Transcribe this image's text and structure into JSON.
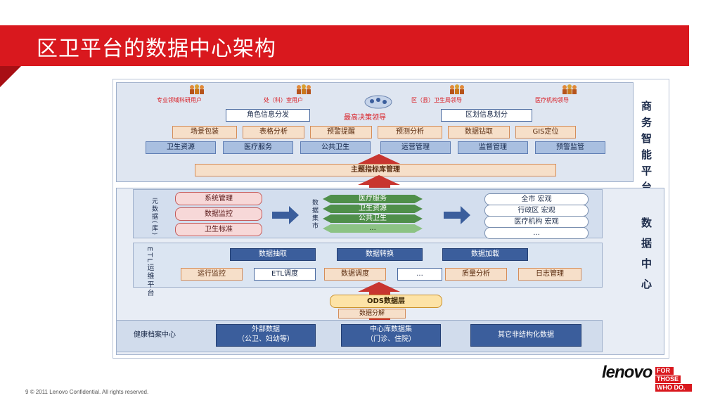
{
  "header": {
    "title": "区卫平台的数据中心架构"
  },
  "bi": {
    "users": [
      "专业领域科研用户",
      "处（科）室用户",
      "区（县）卫生局领导",
      "医疗机构领导"
    ],
    "top_row": [
      "角色信息分发",
      "最高决策领导",
      "区划信息划分"
    ],
    "analysis": [
      "场景包装",
      "表格分析",
      "预警提醒",
      "预测分析",
      "数据钻取",
      "GIS定位"
    ],
    "themes": [
      "卫生资源",
      "医疗服务",
      "公共卫生",
      "运营管理",
      "监督管理",
      "预警监管"
    ],
    "index": "主题指标库管理",
    "side_label": "商务智能平台"
  },
  "dc": {
    "meta_label": "元数据(库)",
    "meta": [
      "系统管理",
      "数据监控",
      "卫生标准"
    ],
    "mart_label": "数据集市",
    "mart": [
      "医疗服务",
      "卫生资源",
      "公共卫生",
      "..."
    ],
    "views": [
      "全市 宏观",
      "行政区 宏观",
      "医疗机构 宏观",
      "..."
    ],
    "etl_label": "ETL运维平台",
    "etl_top": [
      "数据抽取",
      "数据转换",
      "数据加载"
    ],
    "etl_bottom": [
      "运行监控",
      "ETL调度",
      "数据调度",
      "...",
      "质量分析",
      "日志管理"
    ],
    "ods": "ODS数据层",
    "split": "数据分解",
    "source_label": "健康档案中心",
    "sources": [
      "外部数据\n（公卫、妇幼等）",
      "中心库数据集\n（门诊、住院）",
      "其它非结构化数据"
    ],
    "side_label": "数据中心"
  },
  "footer": {
    "page": "9",
    "copyright": "© 2011 Lenovo Confidential. All rights reserved."
  },
  "brand": {
    "logo": "lenovo",
    "tag1": "FOR",
    "tag2": "THOSE",
    "tag3": "WHO DO."
  },
  "colors": {
    "accent": "#d9181e"
  }
}
